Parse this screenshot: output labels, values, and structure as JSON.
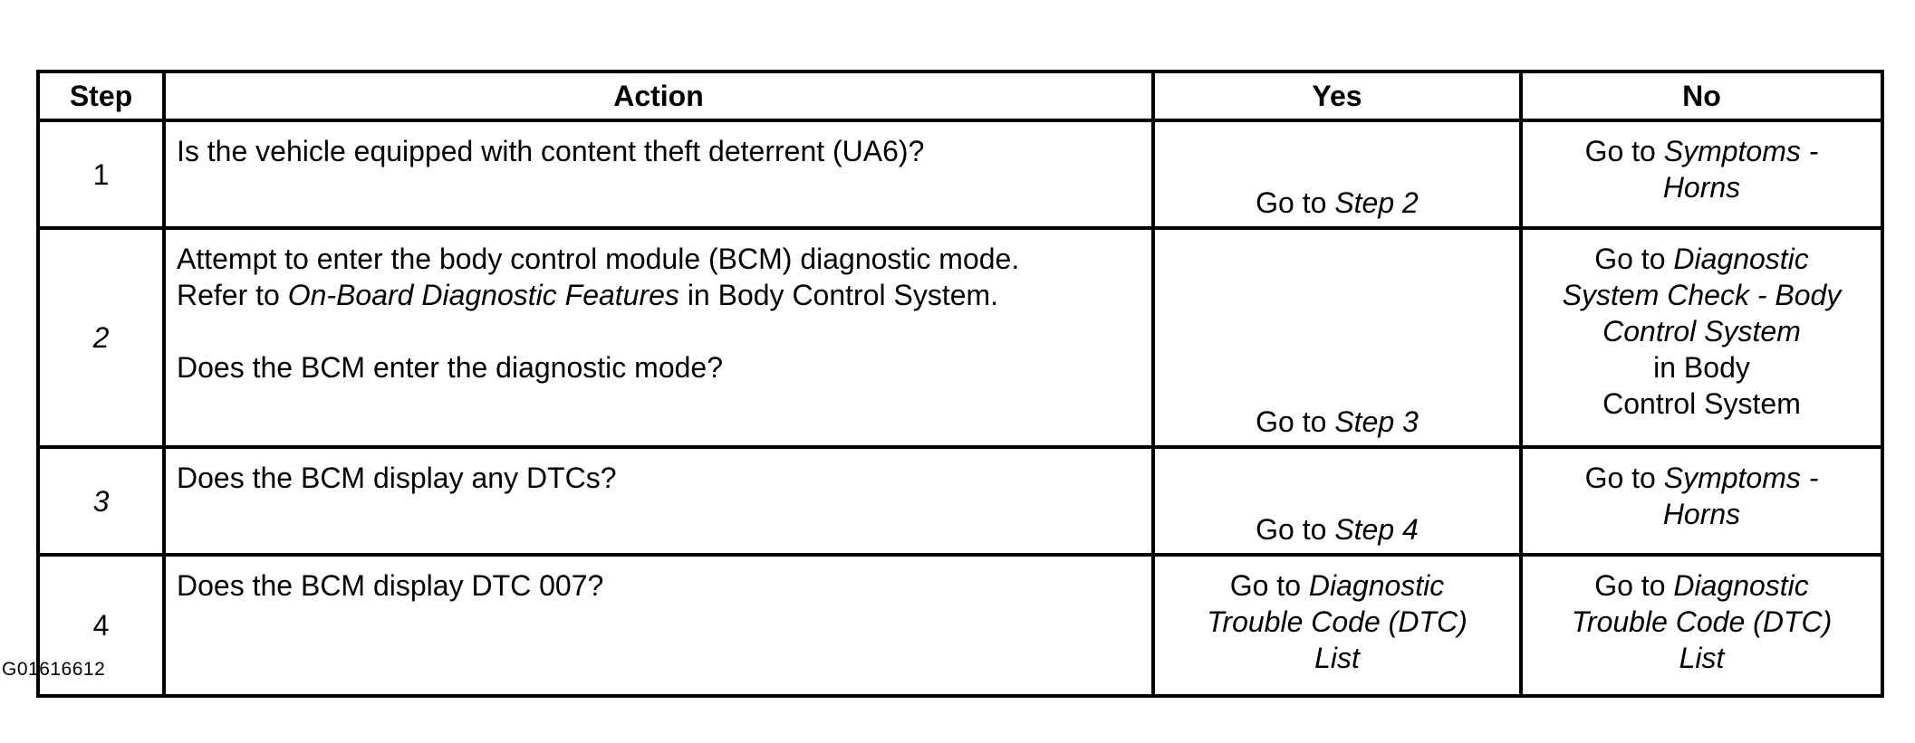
{
  "table": {
    "headers": {
      "step": "Step",
      "action": "Action",
      "yes": "Yes",
      "no": "No"
    },
    "rows": [
      {
        "step": "1",
        "action": {
          "question": "Is the vehicle equipped with content theft deterrent (UA6)?"
        },
        "yes": {
          "prefix": "Go to ",
          "target": "Step 2"
        },
        "no": {
          "prefix": "Go to ",
          "target_line1": "Symptoms -",
          "target_line2": "Horns"
        }
      },
      {
        "step": "2",
        "action": {
          "line1": "Attempt to enter the body control module (BCM) diagnostic mode.",
          "line2_prefix": "Refer to ",
          "line2_ref": "On-Board Diagnostic Features",
          "line2_suffix": " in Body Control System.",
          "question": "Does the BCM enter the diagnostic mode?"
        },
        "yes": {
          "prefix": "Go to ",
          "target": "Step 3"
        },
        "no": {
          "prefix": "Go to ",
          "target_line1": "Diagnostic",
          "target_line2": "System Check - Body",
          "target_line3": "Control System",
          "suffix_line1": "in Body",
          "suffix_line2": "Control System"
        }
      },
      {
        "step": "3",
        "action": {
          "question": "Does the BCM display any DTCs?"
        },
        "yes": {
          "prefix": "Go to ",
          "target": "Step 4"
        },
        "no": {
          "prefix": "Go to ",
          "target_line1": "Symptoms -",
          "target_line2": "Horns"
        }
      },
      {
        "step": "4",
        "action": {
          "question": "Does the BCM display DTC 007?"
        },
        "yes": {
          "prefix": "Go to ",
          "target_line1": "Diagnostic",
          "target_line2": "Trouble Code (DTC)",
          "target_line3": "List"
        },
        "no": {
          "prefix": "Go to ",
          "target_line1": "Diagnostic",
          "target_line2": "Trouble Code (DTC)",
          "target_line3": "List"
        }
      }
    ]
  },
  "figure_id": "G01616612"
}
